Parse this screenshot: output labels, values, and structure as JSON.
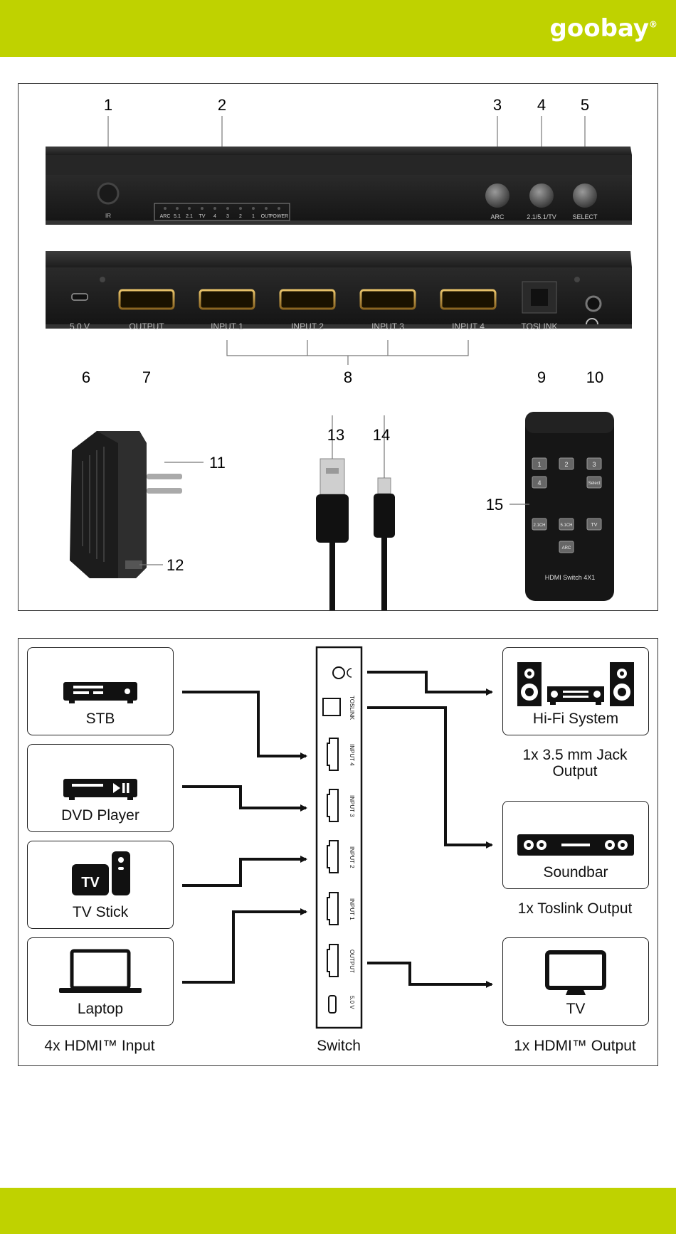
{
  "brand": {
    "name": "goobay",
    "registered": "®",
    "band_color": "#bfd200"
  },
  "product_section": {
    "callouts": [
      "1",
      "2",
      "3",
      "4",
      "5",
      "6",
      "7",
      "8",
      "9",
      "10",
      "11",
      "12",
      "13",
      "14",
      "15"
    ],
    "front_labels": {
      "ir": "IR",
      "leds": [
        "ARC",
        "5.1",
        "2.1",
        "TV",
        "4",
        "3",
        "2",
        "1",
        "OUT",
        "POWER"
      ],
      "buttons": [
        "ARC",
        "2.1/5.1/TV",
        "SELECT"
      ]
    },
    "back_labels": [
      "5.0 V",
      "OUTPUT",
      "INPUT 1",
      "INPUT 2",
      "INPUT 3",
      "INPUT 4",
      "TOSLINK"
    ],
    "remote": {
      "keys": [
        "1",
        "2",
        "3",
        "4",
        "Select",
        "2.1CH",
        "5.1CH",
        "TV",
        "ARC"
      ],
      "caption": "HDMI Switch 4X1"
    }
  },
  "diagram": {
    "inputs": [
      {
        "label": "STB",
        "icon": "stb-icon"
      },
      {
        "label": "DVD Player",
        "icon": "dvd-player-icon"
      },
      {
        "label": "TV Stick",
        "icon": "tv-stick-icon",
        "icon_text": "TV"
      },
      {
        "label": "Laptop",
        "icon": "laptop-icon"
      }
    ],
    "inputs_caption": "4x HDMI™ Input",
    "switch_caption": "Switch",
    "switch_ports": [
      "TOSLINK",
      "INPUT 4",
      "INPUT 3",
      "INPUT 2",
      "INPUT 1",
      "OUTPUT",
      "5.0 V"
    ],
    "outputs": [
      {
        "label": "Hi-Fi System",
        "icon": "hifi-system-icon",
        "caption_line1": "1x 3.5 mm Jack",
        "caption_line2": "Output"
      },
      {
        "label": "Soundbar",
        "icon": "soundbar-icon",
        "caption_line1": "1x Toslink Output"
      },
      {
        "label": "TV",
        "icon": "tv-icon",
        "caption_line1": "1x HDMI™ Output"
      }
    ]
  }
}
